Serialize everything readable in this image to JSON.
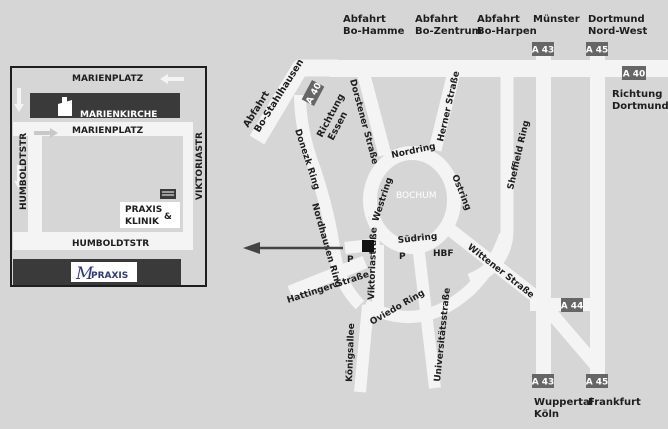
{
  "exits": {
    "hamme": [
      "Abfahrt",
      "Bo-Hamme"
    ],
    "zentrum": [
      "Abfahrt",
      "Bo-Zentrum"
    ],
    "harpen": [
      "Abfahrt",
      "Bo-Harpen"
    ],
    "stahlhausen": [
      "Abfahrt",
      "Bo-Stahlhausen"
    ]
  },
  "directions": {
    "muenster": "Münster",
    "dortmund_nordwest": [
      "Dortmund",
      "Nord-West"
    ],
    "richtung_dortmund": [
      "Richtung",
      "Dortmund"
    ],
    "richtung_essen": [
      "Richtung",
      "Essen"
    ],
    "wuppertal_koeln": [
      "Wuppertal",
      "Köln"
    ],
    "frankfurt": "Frankfurt"
  },
  "shields": {
    "a43_top": "A 43",
    "a45_top": "A 45",
    "a40_right": "A 40",
    "a40_left": "A 40",
    "a44": "A 44",
    "a43_bottom": "A 43",
    "a45_bottom": "A 45"
  },
  "streets": {
    "dorstener": "Dorstener Straße",
    "herner": "Herner Straße",
    "sheffield": "Sheffield Ring",
    "nordring": "Nordring",
    "ostring": "Ostring",
    "westring": "Westring",
    "suedring": "Südring",
    "donezk": "Donezk Ring",
    "nordhausen": "Nordhausen Ring",
    "wittener": "Wittener Straße",
    "hattinger": "Hattinger Straße",
    "viktoria": "Viktoriastraße",
    "oviedo": "Oviedo Ring",
    "koenigsallee": "Königsallee",
    "universitaet": "Universitätsstraße"
  },
  "center_label": "BOCHUM",
  "hbf": "HBF",
  "parking": [
    "P",
    "P"
  ],
  "colors": {
    "background": "#d6d6d6",
    "road": "#f4f4f4",
    "shield": "#666666",
    "dark_block": "#3a3a3a",
    "text": "#1e1e1e"
  },
  "inset": {
    "marienplatz_top": "MARIENPLATZ",
    "marienkirche": "MARIENKIRCHE",
    "marienplatz_mid": "MARIENPLATZ",
    "humboldtstr_left": "HUMBOLDTSTR",
    "viktoriastr": "VIKTORIASTR",
    "praxis_klinik": [
      "PRAXIS",
      "KLINIK"
    ],
    "ampersand": "&",
    "humboldtstr_bottom": "HUMBOLDTSTR",
    "logo_text": "PRAXIS"
  }
}
